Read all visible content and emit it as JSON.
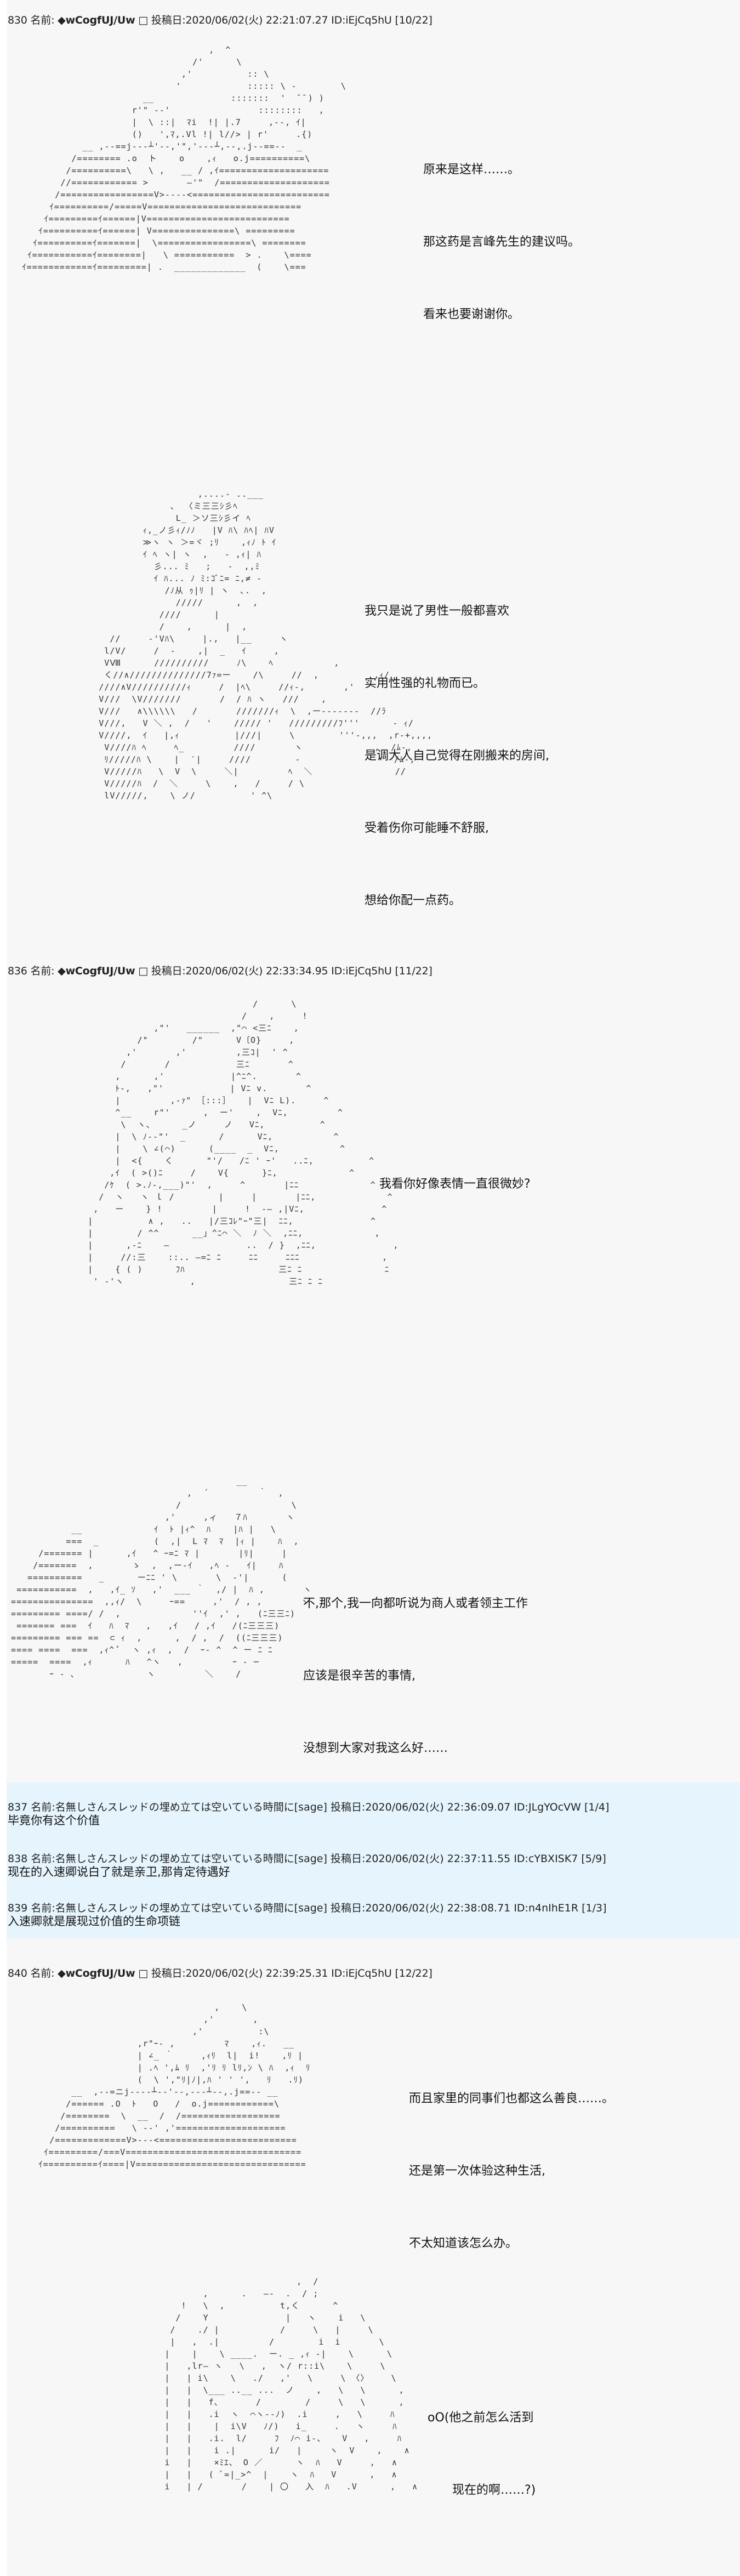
{
  "posts": [
    {
      "number": "830",
      "name_label": "名前:",
      "name": "◆wCogfUJ/Uw",
      "name_suffix": "□",
      "date_label": "投稿日:",
      "date": "2020/06/02(火) 22:21:07.27",
      "id": "ID:iEjCq5hU",
      "count": "[10/22]",
      "panels": [
        {
          "art": "a hooded figure with a smiling face and wide striped cloak",
          "lines": [
            "原来是这样……。",
            "那这药是言峰先生的建议吗。",
            "看来也要谢谢你。"
          ]
        },
        {
          "art": "a figure with short hair holding out a long stick",
          "lines": [
            "我只是说了男性一般都喜欢",
            "实用性强的礼物而已。",
            "是调大人自己觉得在刚搬来的房间,",
            "受着伤你可能睡不舒服,",
            "想给你配一点药。"
          ]
        }
      ]
    },
    {
      "number": "836",
      "name_label": "名前:",
      "name": "◆wCogfUJ/Uw",
      "name_suffix": "□",
      "date_label": "投稿日:",
      "date": "2020/06/02(火) 22:33:34.95",
      "id": "ID:iEjCq5hU",
      "count": "[11/22]",
      "panels": [
        {
          "art": "a long-haired figure viewed in profile",
          "lines": [
            "我看你好像表情一直很微妙?"
          ]
        },
        {
          "art": "a hooded figure with striped cloak looking down",
          "lines": [
            "不,那个,我一向都听说为商人或者领主工作",
            "应该是很辛苦的事情,",
            "没想到大家对我这么好……"
          ]
        }
      ]
    },
    {
      "number": "840",
      "name_label": "名前:",
      "name": "◆wCogfUJ/Uw",
      "name_suffix": "□",
      "date_label": "投稿日:",
      "date": "2020/06/02(火) 22:39:25.31",
      "id": "ID:iEjCq5hU",
      "count": "[12/22]",
      "panels": [
        {
          "art": "a hooded figure with a small smile and striped cloak",
          "lines": [
            "而且家里的同事们也都这么善良……。",
            "还是第一次体验这种生活,",
            "不太知道该怎么办。"
          ]
        },
        {
          "art": "a long-haired figure looking up thoughtfully",
          "lines": [
            "oO(他之前怎么活到",
            "现在的啊……?)"
          ]
        }
      ]
    }
  ],
  "comments": [
    {
      "number": "837",
      "name_label": "名前:",
      "name": "名無しさんスレッドの埋め立ては空いている時間に[sage]",
      "date_label": "投稿日:",
      "date": "2020/06/02(火) 22:36:09.07",
      "id": "ID:JLgYOcVW",
      "count": "[1/4]",
      "body": "毕竟你有这个价值"
    },
    {
      "number": "838",
      "name_label": "名前:",
      "name": "名無しさんスレッドの埋め立ては空いている時間に[sage]",
      "date_label": "投稿日:",
      "date": "2020/06/02(火) 22:37:11.55",
      "id": "ID:cYBXISK7",
      "count": "[5/9]",
      "body": "现在的入速卿说白了就是亲卫,那肯定待遇好"
    },
    {
      "number": "839",
      "name_label": "名前:",
      "name": "名無しさんスレッドの埋め立ては空いている時間に[sage]",
      "date_label": "投稿日:",
      "date": "2020/06/02(火) 22:38:08.71",
      "id": "ID:n4nIhE1R",
      "count": "[1/3]",
      "body": "入速卿就是展现过价值的生命项链"
    }
  ],
  "colors": {
    "page_background": "#f7f7f7",
    "comment_background": "#e6f5fd",
    "text": "#111111"
  }
}
